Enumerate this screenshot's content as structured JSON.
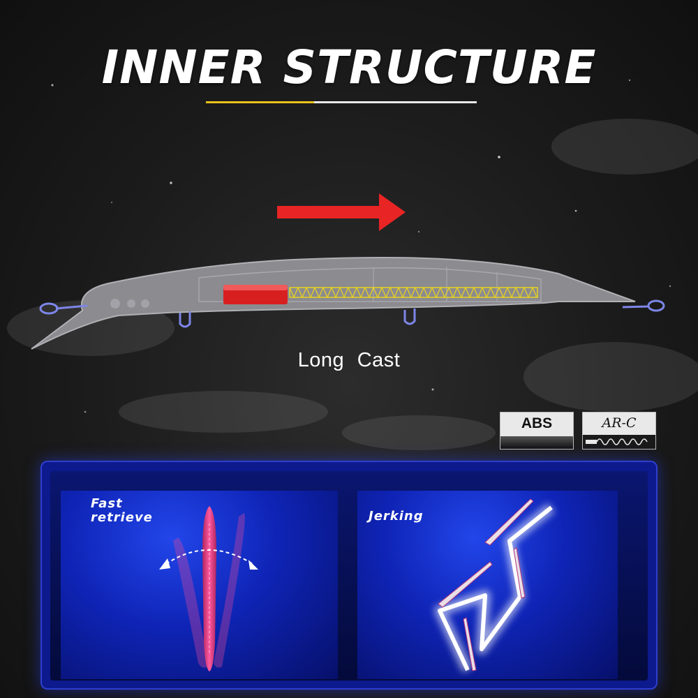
{
  "header": {
    "title": "INNER STRUCTURE"
  },
  "diagram": {
    "caption": "Long  Cast",
    "arrow_color": "#e82424",
    "lure_body_color": "#8b8b90",
    "weight_color": "#d81f1f",
    "spring_color": "#e6d21f"
  },
  "badges": {
    "abs_label": "ABS",
    "arc_label": "AR-C"
  },
  "actions": {
    "fast_retrieve_label": "Fast retrieve",
    "fast_retrieve_line1": "Fast",
    "fast_retrieve_line2": "retrieve",
    "jerking_label": "Jerking"
  },
  "colors": {
    "background": "#1b1b1b",
    "accent_yellow": "#e8c21a",
    "panel_blue": "#0d1a8e",
    "lure_pink": "#ff3d8a"
  },
  "icons": [
    "arrow-right-icon",
    "spring-icon",
    "swing-arrows-icon"
  ]
}
